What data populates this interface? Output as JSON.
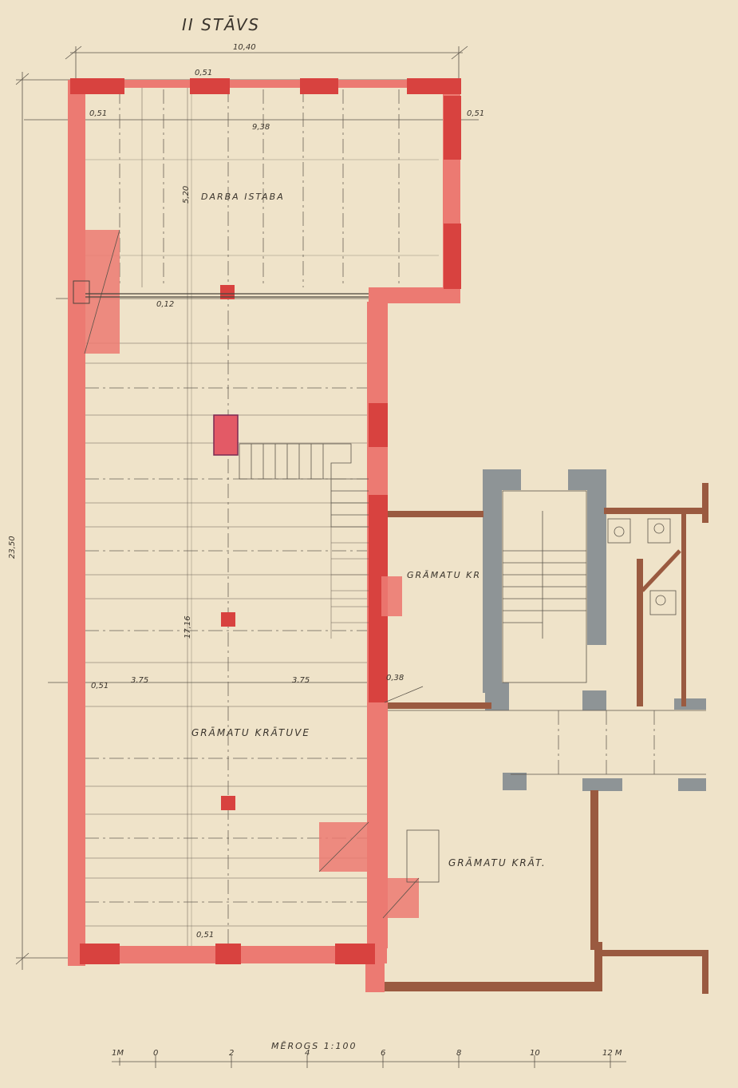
{
  "title": "II STĀVS",
  "rooms": {
    "work_room": "DARBA ISTABA",
    "book_storage_main": "GRĀMATU KRĀTUVE",
    "book_storage_small": "GRĀMATU KR",
    "book_storage_lower": "GRĀMATU KRĀT."
  },
  "dimensions": {
    "overall_width": "10,40",
    "top_wall": "0,51",
    "left_wall_top": "0,51",
    "right_wall_top": "0,51",
    "inner_width": "9,38",
    "room_depth": "5,20",
    "partition": "0,12",
    "overall_length": "23,50",
    "hall_length": "17,16",
    "left_wall_mid": "0,51",
    "bay_left": "3.75",
    "bay_right": "3.75",
    "right_wall_mid": "0,38",
    "bottom_wall": "0,51"
  },
  "scale": {
    "label": "MĒROGS 1:100",
    "ticks": [
      "1M",
      "0",
      "2",
      "4",
      "6",
      "8",
      "10",
      "12 M"
    ]
  },
  "colors": {
    "paper": "#efe3c9",
    "masonry_new": "#ec7a72",
    "masonry_column": "#d8423f",
    "masonry_existing": "#8e9496",
    "timber": "#9a5a40"
  }
}
